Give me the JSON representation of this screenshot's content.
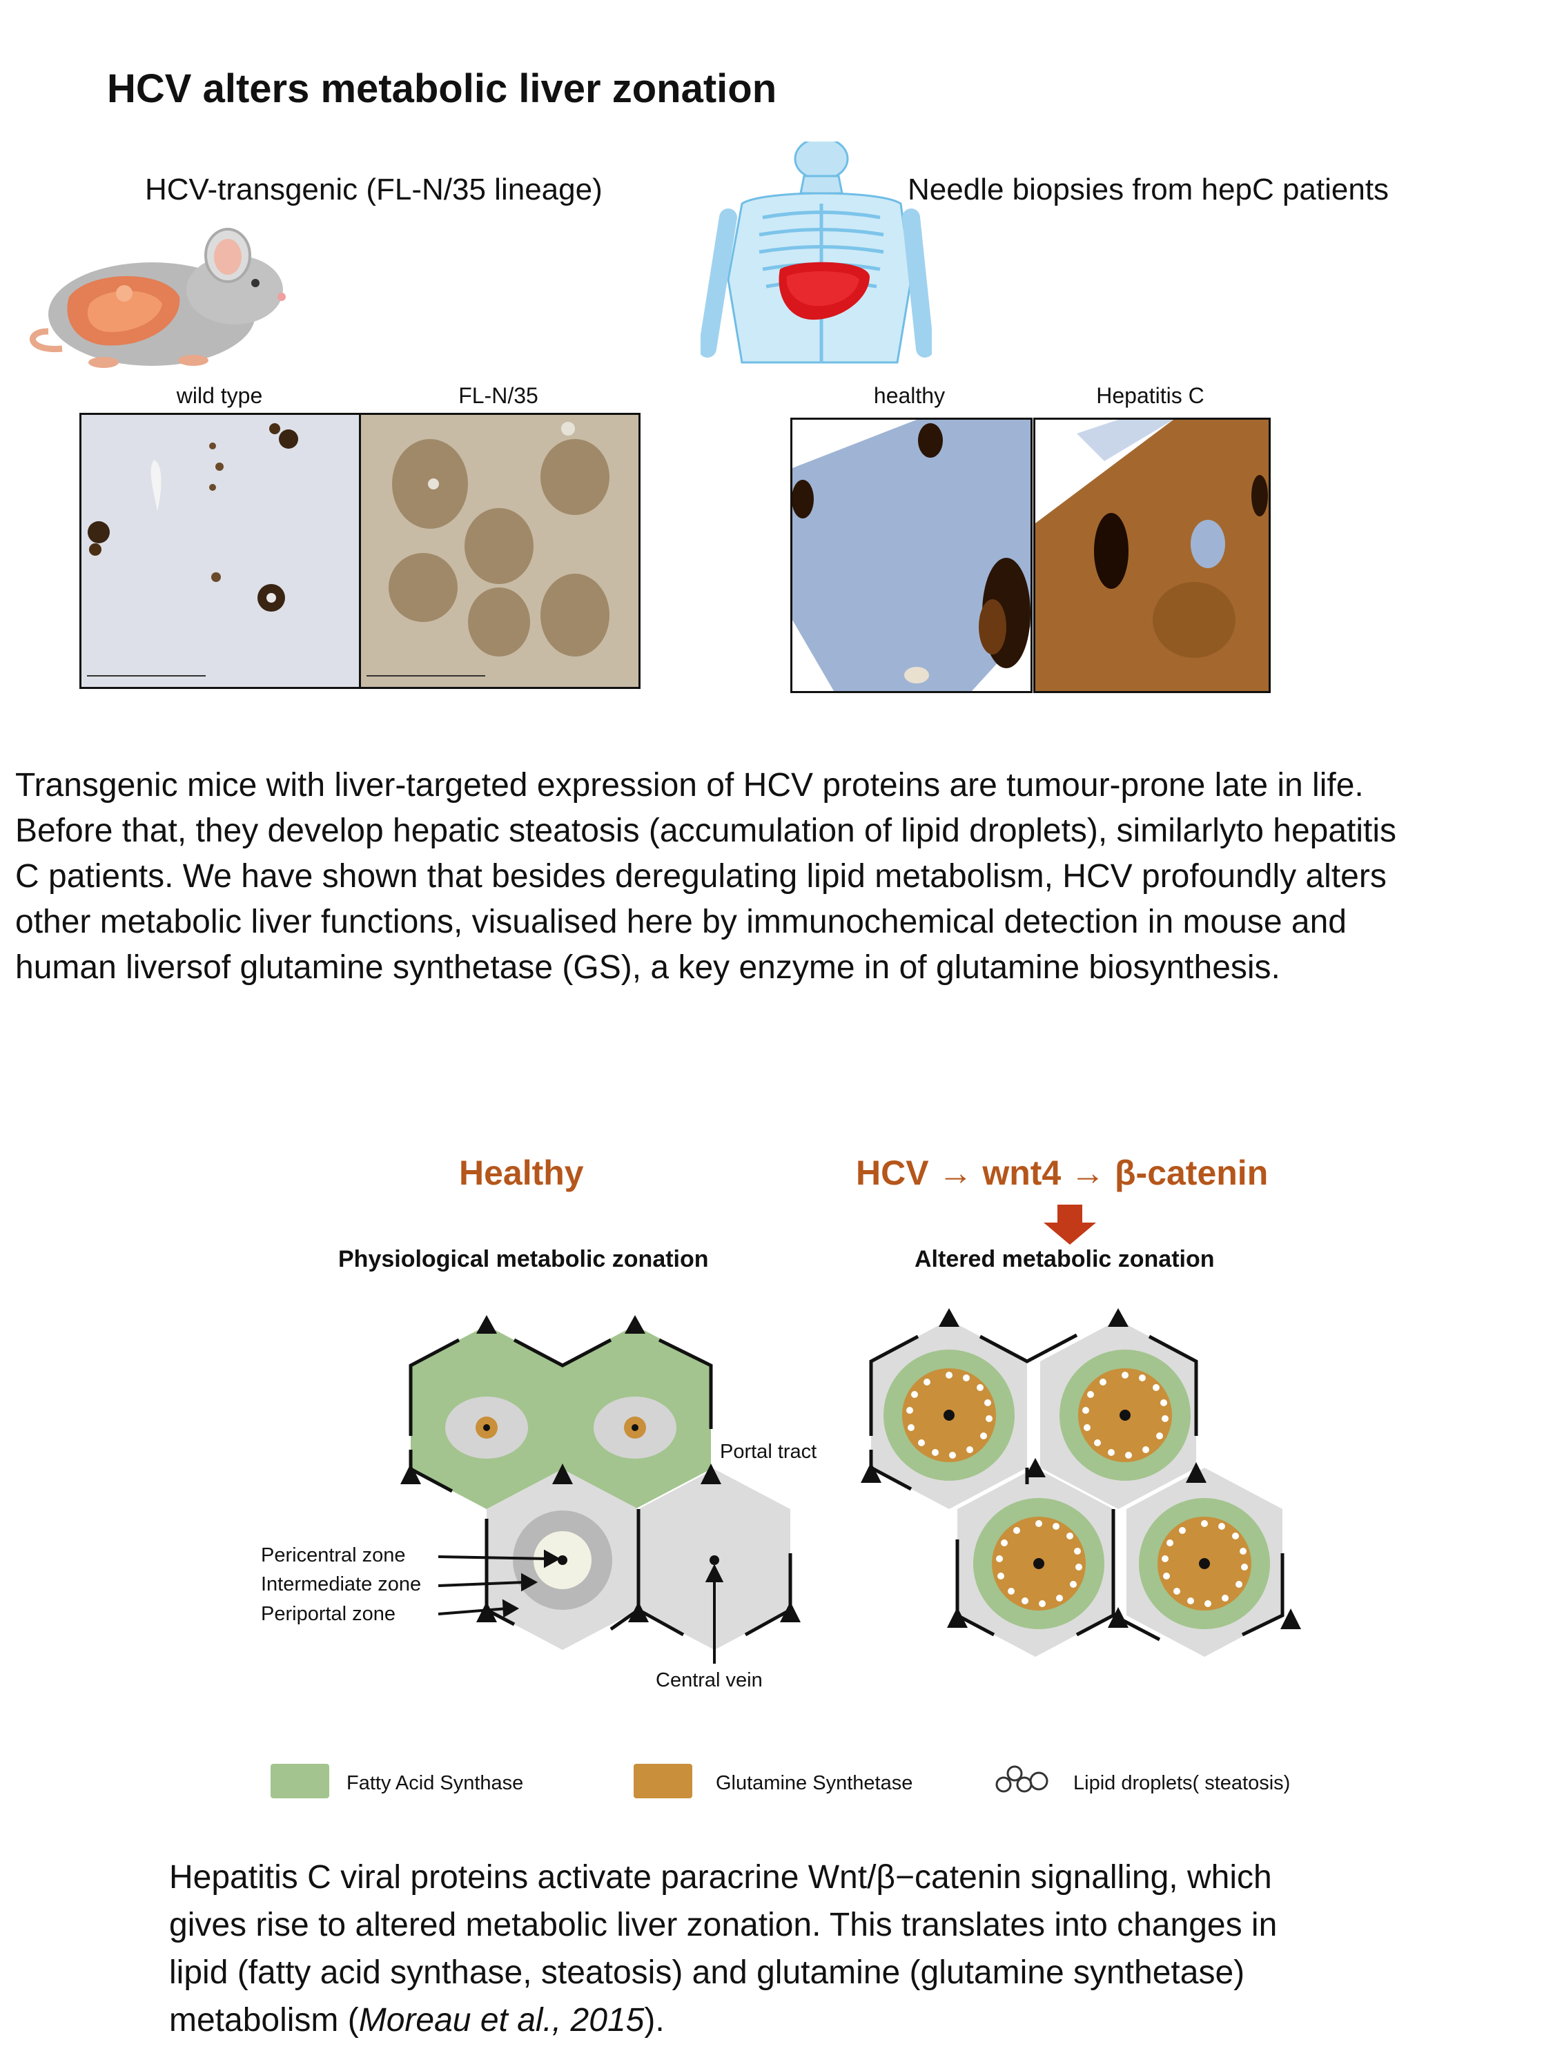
{
  "title": "HCV alters metabolic liver zonation",
  "top": {
    "mouse_caption": "HCV-transgenic (FL-N/35 lineage)",
    "human_caption": "Needle biopsies from hepC patients",
    "panels": [
      "wild type",
      "FL-N/35",
      "healthy",
      "Hepatitis C"
    ]
  },
  "paragraph1": [
    "Transgenic mice with liver-targeted expression of HCV proteins are tumour-prone late in life.",
    "Before that, they develop hepatic steatosis (accumulation of lipid droplets), similarlyto hepatitis",
    "C patients. We have shown that besides deregulating lipid metabolism, HCV profoundly alters",
    "other metabolic liver functions, visualised here by immunochemical detection in mouse and",
    "human liversof glutamine synthetase (GS), a key enzyme in of glutamine biosynthesis."
  ],
  "diagram": {
    "left_title": "Healthy",
    "left_subtitle": "Physiological metabolic zonation",
    "right_title": "HCV → wnt4 → β-catenin",
    "right_subtitle": "Altered metabolic zonation",
    "labels": {
      "portal_tract": "Portal tract",
      "pericentral": "Pericentral zone",
      "intermediate": "Intermediate  zone",
      "periportal": "Periportal zone",
      "central_vein": "Central vein"
    },
    "colors": {
      "fatty_acid_synthase": "#a3c48e",
      "glutamine_synthetase": "#c98f3a",
      "accent": "#b5561b",
      "lobule_grey": "#dcdcdc"
    },
    "legend": [
      {
        "label": "Fatty Acid Synthase"
      },
      {
        "label": "Glutamine Synthetase"
      },
      {
        "label": "Lipid droplets( steatosis)"
      }
    ]
  },
  "paragraph2": [
    "Hepatitis C viral proteins activate paracrine Wnt/β−catenin signalling, which",
    "gives rise to altered metabolic liver zonation. This translates into changes in",
    "lipid (fatty acid synthase, steatosis) and glutamine (glutamine synthetase)"
  ],
  "paragraph2_last": {
    "prefix": "metabolism (",
    "citation": "Moreau et al., 2015",
    "suffix": ")."
  }
}
